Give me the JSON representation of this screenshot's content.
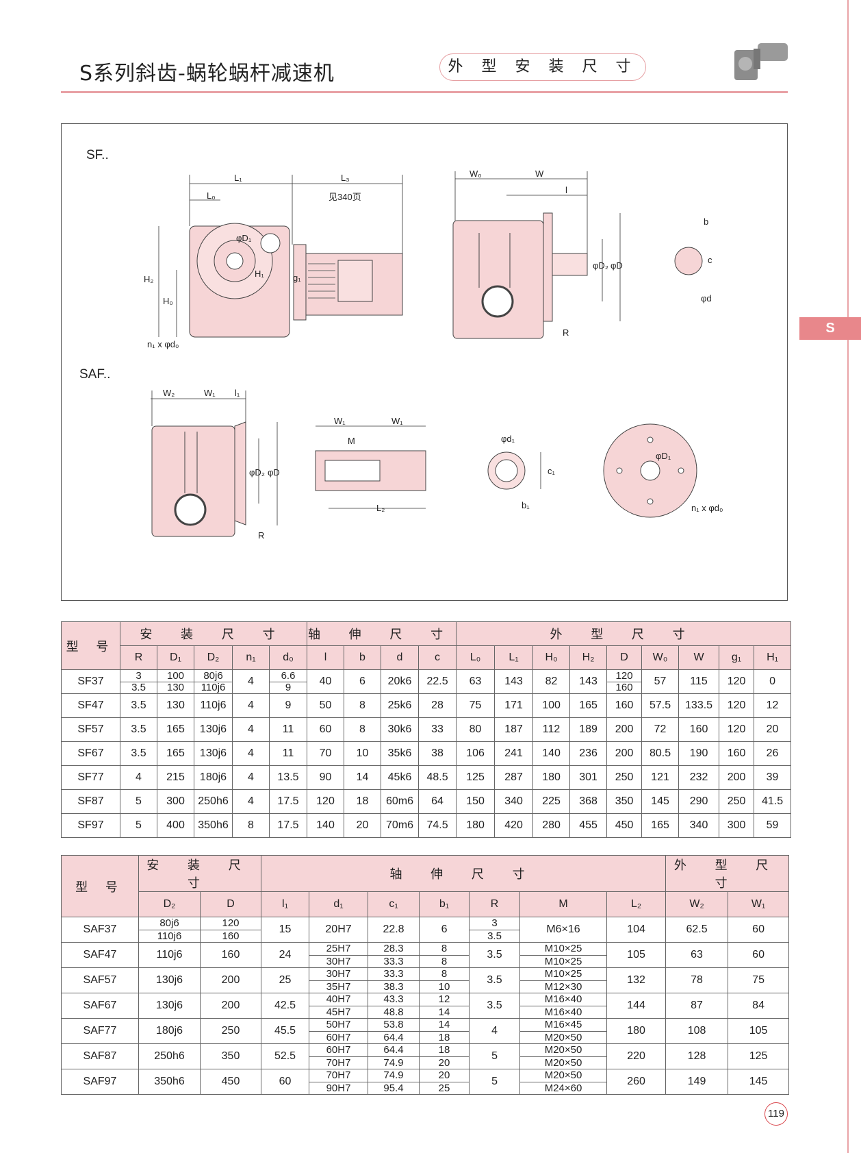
{
  "header": {
    "title": "S系列斜齿-蜗轮蜗杆减速机",
    "section_pill": "外 型 安 装 尺 寸",
    "side_tab": "S",
    "page_number": "119"
  },
  "colors": {
    "accent": "#e8a0a4",
    "part_fill": "#f6d5d6",
    "tab": "#e8878b"
  },
  "drawing": {
    "sf_label": "SF..",
    "saf_label": "SAF..",
    "sf_side": {
      "L1": "L₁",
      "L3": "L₃",
      "L3_note": "见340页",
      "L0": "L₀",
      "H2": "H₂",
      "H0": "H₀",
      "D1": "φD₁",
      "H1": "H₁",
      "g1": "g₁",
      "holes": "n₁ x φd₀"
    },
    "sf_front": {
      "W0": "W₀",
      "W": "W",
      "l": "l",
      "D2": "φD₂",
      "D": "φD",
      "R": "R"
    },
    "sf_key": {
      "b": "b",
      "c": "c",
      "d": "φd"
    },
    "saf_front": {
      "W2": "W₂",
      "W1": "W₁",
      "l1": "l₁",
      "D2": "φD₂",
      "D": "φD",
      "R": "R"
    },
    "saf_shaft": {
      "W1a": "W₁",
      "W1b": "W₁",
      "M": "M",
      "L2": "L₂"
    },
    "saf_bore": {
      "d1": "φd₁",
      "c1": "c₁",
      "b1": "b₁"
    },
    "saf_flange": {
      "D1": "φD₁",
      "holes": "n₁ x φd₀"
    }
  },
  "table_sf": {
    "model_header": "型 号",
    "groups": [
      {
        "label": "安 装 尺 寸",
        "span": 5
      },
      {
        "label": "轴 伸 尺 寸",
        "span": 4
      },
      {
        "label": "外 型 尺 寸",
        "span": 9
      }
    ],
    "columns": [
      "R",
      "D₁",
      "D₂",
      "n₁",
      "d₀",
      "l",
      "b",
      "d",
      "c",
      "L₀",
      "L₁",
      "H₀",
      "H₂",
      "D",
      "W₀",
      "W",
      "g₁",
      "H₁"
    ],
    "rows": [
      [
        "SF37",
        [
          "3",
          "3.5"
        ],
        [
          "100",
          "130"
        ],
        [
          "80j6",
          "110j6"
        ],
        "4",
        [
          "6.6",
          "9"
        ],
        "40",
        "6",
        "20k6",
        "22.5",
        "63",
        "143",
        "82",
        "143",
        [
          "120",
          "160"
        ],
        "57",
        "115",
        "120",
        "0"
      ],
      [
        "SF47",
        "3.5",
        "130",
        "110j6",
        "4",
        "9",
        "50",
        "8",
        "25k6",
        "28",
        "75",
        "171",
        "100",
        "165",
        "160",
        "57.5",
        "133.5",
        "120",
        "12"
      ],
      [
        "SF57",
        "3.5",
        "165",
        "130j6",
        "4",
        "11",
        "60",
        "8",
        "30k6",
        "33",
        "80",
        "187",
        "112",
        "189",
        "200",
        "72",
        "160",
        "120",
        "20"
      ],
      [
        "SF67",
        "3.5",
        "165",
        "130j6",
        "4",
        "11",
        "70",
        "10",
        "35k6",
        "38",
        "106",
        "241",
        "140",
        "236",
        "200",
        "80.5",
        "190",
        "160",
        "26"
      ],
      [
        "SF77",
        "4",
        "215",
        "180j6",
        "4",
        "13.5",
        "90",
        "14",
        "45k6",
        "48.5",
        "125",
        "287",
        "180",
        "301",
        "250",
        "121",
        "232",
        "200",
        "39"
      ],
      [
        "SF87",
        "5",
        "300",
        "250h6",
        "4",
        "17.5",
        "120",
        "18",
        "60m6",
        "64",
        "150",
        "340",
        "225",
        "368",
        "350",
        "145",
        "290",
        "250",
        "41.5"
      ],
      [
        "SF97",
        "5",
        "400",
        "350h6",
        "8",
        "17.5",
        "140",
        "20",
        "70m6",
        "74.5",
        "180",
        "420",
        "280",
        "455",
        "450",
        "165",
        "340",
        "300",
        "59"
      ]
    ]
  },
  "table_saf": {
    "model_header": "型 号",
    "groups": [
      {
        "label": "安 装 尺 寸",
        "span": 2
      },
      {
        "label": "轴 伸 尺 寸",
        "span": 7
      },
      {
        "label": "外 型 尺 寸",
        "span": 2
      }
    ],
    "columns": [
      "D₂",
      "D",
      "l₁",
      "d₁",
      "c₁",
      "b₁",
      "R",
      "M",
      "L₂",
      "W₂",
      "W₁"
    ],
    "rows": [
      [
        "SAF37",
        [
          "80j6",
          "110j6"
        ],
        [
          "120",
          "160"
        ],
        "15",
        "20H7",
        "22.8",
        "6",
        [
          "3",
          "3.5"
        ],
        "M6×16",
        "104",
        "62.5",
        "60"
      ],
      [
        "SAF47",
        "110j6",
        "160",
        "24",
        [
          "25H7",
          "30H7"
        ],
        [
          "28.3",
          "33.3"
        ],
        [
          "8",
          "8"
        ],
        "3.5",
        [
          "M10×25",
          "M10×25"
        ],
        "105",
        "63",
        "60"
      ],
      [
        "SAF57",
        "130j6",
        "200",
        "25",
        [
          "30H7",
          "35H7"
        ],
        [
          "33.3",
          "38.3"
        ],
        [
          "8",
          "10"
        ],
        "3.5",
        [
          "M10×25",
          "M12×30"
        ],
        "132",
        "78",
        "75"
      ],
      [
        "SAF67",
        "130j6",
        "200",
        "42.5",
        [
          "40H7",
          "45H7"
        ],
        [
          "43.3",
          "48.8"
        ],
        [
          "12",
          "14"
        ],
        "3.5",
        [
          "M16×40",
          "M16×40"
        ],
        "144",
        "87",
        "84"
      ],
      [
        "SAF77",
        "180j6",
        "250",
        "45.5",
        [
          "50H7",
          "60H7"
        ],
        [
          "53.8",
          "64.4"
        ],
        [
          "14",
          "18"
        ],
        "4",
        [
          "M16×45",
          "M20×50"
        ],
        "180",
        "108",
        "105"
      ],
      [
        "SAF87",
        "250h6",
        "350",
        "52.5",
        [
          "60H7",
          "70H7"
        ],
        [
          "64.4",
          "74.9"
        ],
        [
          "18",
          "20"
        ],
        "5",
        [
          "M20×50",
          "M20×50"
        ],
        "220",
        "128",
        "125"
      ],
      [
        "SAF97",
        "350h6",
        "450",
        "60",
        [
          "70H7",
          "90H7"
        ],
        [
          "74.9",
          "95.4"
        ],
        [
          "20",
          "25"
        ],
        "5",
        [
          "M20×50",
          "M24×60"
        ],
        "260",
        "149",
        "145"
      ]
    ]
  }
}
